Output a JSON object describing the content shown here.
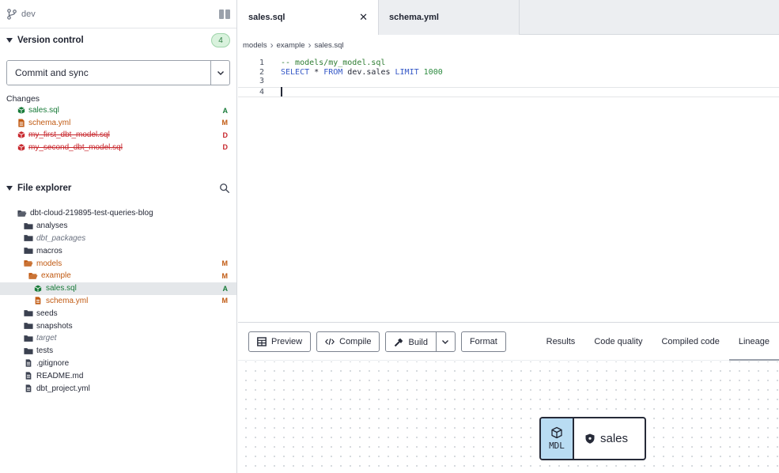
{
  "sidebar": {
    "branch": "dev",
    "version_control": {
      "title": "Version control",
      "badge": "4",
      "commit_button": "Commit and sync",
      "changes_label": "Changes",
      "changes": [
        {
          "name": "sales.sql",
          "status": "A",
          "type": "model"
        },
        {
          "name": "schema.yml",
          "status": "M",
          "type": "yml"
        },
        {
          "name": "my_first_dbt_model.sql",
          "status": "D",
          "type": "model"
        },
        {
          "name": "my_second_dbt_model.sql",
          "status": "D",
          "type": "model"
        }
      ]
    },
    "file_explorer": {
      "title": "File explorer",
      "tree": [
        {
          "name": "dbt-cloud-219895-test-queries-blog",
          "status": "",
          "icon": "folder-open",
          "depth": 0
        },
        {
          "name": "analyses",
          "status": "",
          "icon": "folder",
          "depth": 1
        },
        {
          "name": "dbt_packages",
          "status": "",
          "icon": "folder",
          "depth": 1
        },
        {
          "name": "macros",
          "status": "",
          "icon": "folder",
          "depth": 1
        },
        {
          "name": "models",
          "status": "M",
          "icon": "folder-open",
          "depth": 1
        },
        {
          "name": "example",
          "status": "M",
          "icon": "folder-open",
          "depth": 2
        },
        {
          "name": "sales.sql",
          "status": "A",
          "icon": "model",
          "depth": 3
        },
        {
          "name": "schema.yml",
          "status": "M",
          "icon": "yml",
          "depth": 3
        },
        {
          "name": "seeds",
          "status": "",
          "icon": "folder",
          "depth": 1
        },
        {
          "name": "snapshots",
          "status": "",
          "icon": "folder",
          "depth": 1
        },
        {
          "name": "target",
          "status": "",
          "icon": "folder",
          "depth": 1
        },
        {
          "name": "tests",
          "status": "",
          "icon": "folder",
          "depth": 1
        },
        {
          "name": ".gitignore",
          "status": "",
          "icon": "file",
          "depth": 1
        },
        {
          "name": "README.md",
          "status": "",
          "icon": "file",
          "depth": 1
        },
        {
          "name": "dbt_project.yml",
          "status": "",
          "icon": "file",
          "depth": 1
        }
      ]
    }
  },
  "editor": {
    "tabs": [
      {
        "label": "sales.sql",
        "active": true
      },
      {
        "label": "schema.yml",
        "active": false
      }
    ],
    "close_glyph": "✕",
    "breadcrumbs": [
      "models",
      "example",
      "sales.sql"
    ],
    "breadcrumb_sep": "›",
    "lines": [
      {
        "n": "1",
        "text": "-- models/my_model.sql"
      },
      {
        "n": "2",
        "kw1": "SELECT",
        "p1": " * ",
        "kw2": "FROM",
        "p2": " dev.sales ",
        "kw3": "LIMIT",
        "p3": " ",
        "num": "1000"
      },
      {
        "n": "3",
        "text": ""
      },
      {
        "n": "4",
        "text": ""
      }
    ]
  },
  "bottom": {
    "buttons": {
      "preview": "Preview",
      "compile": "Compile",
      "build": "Build",
      "format": "Format"
    },
    "tabs": [
      "Results",
      "Code quality",
      "Compiled code",
      "Lineage"
    ],
    "active_tab": "Lineage",
    "node": {
      "type": "MDL",
      "name": "sales"
    }
  },
  "colors": {
    "added": "#187b39",
    "modified": "#c15a12",
    "deleted": "#c8282e",
    "node_type_bg": "#b9dcf2"
  }
}
